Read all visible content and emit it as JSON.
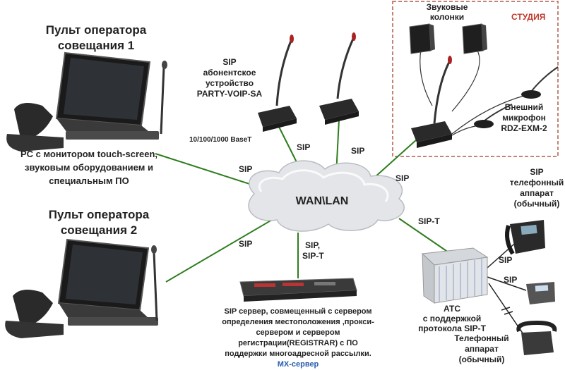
{
  "colors": {
    "link": "#2e7d1e",
    "studio_border": "#b05a4a",
    "studio_label": "#c0392b",
    "mx_label": "#2a5db0",
    "text": "#222222"
  },
  "labels": {
    "console1_line1": "Пульт оператора",
    "console1_line2": "совещания 1",
    "console2_line1": "Пульт оператора",
    "console2_line2": "совещания 2",
    "pc_line1": "PC с монитором touch-screen,",
    "pc_line2": "звуковым оборудованием и",
    "pc_line3": "специальным ПО",
    "sip_device_line1": "SIP",
    "sip_device_line2": "абонентское",
    "sip_device_line3": "устройство",
    "sip_device_line4": "PARTY-VOIP-SA",
    "baset": "10/100/1000 BaseT",
    "speakers_line1": "Звуковые",
    "speakers_line2": "колонки",
    "studio": "СТУДИЯ",
    "ext_mic_line1": "Внешний",
    "ext_mic_line2": "микрофон",
    "ext_mic_line3": "RDZ-EXM-2",
    "cloud": "WAN\\LAN",
    "sip_phone_line1": "SIP",
    "sip_phone_line2": "телефонный",
    "sip_phone_line3": "аппарат",
    "sip_phone_line4": "(обычный)",
    "ats_line1": "АТС",
    "ats_line2": "с поддержкой",
    "ats_line3": "протокола SIP-T",
    "tel_line1": "Телефонный",
    "tel_line2": "аппарат",
    "tel_line3": "(обычный)",
    "server_line1": "SIP сервер, совмещенный с сервером",
    "server_line2": "определения местоположения ,прокси-",
    "server_line3": "сервером и сервером",
    "server_line4": "регистрации(REGISTRAR) с ПО",
    "server_line5": "поддержки многоадресной рассылки.",
    "mx_server": "МХ-сервер"
  },
  "links": {
    "console1": "SIP",
    "console2": "SIP",
    "mic_a": "SIP",
    "mic_b": "SIP",
    "studio": "SIP",
    "server_line1": "SIP,",
    "server_line2": "SIP-T",
    "ats": "SIP-T",
    "phone_a": "SIP",
    "phone_b": "SIP"
  }
}
